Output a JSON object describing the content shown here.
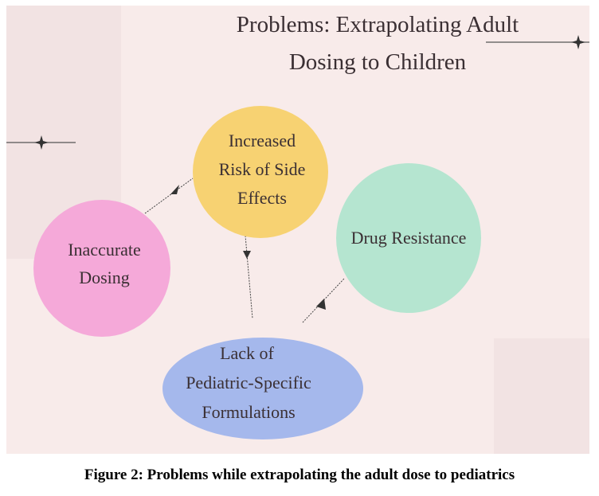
{
  "title": {
    "line1": "Problems:  Extrapolating Adult",
    "line2": "Dosing to Children"
  },
  "nodes": {
    "inaccurate": {
      "line1": "Inaccurate",
      "line2": "Dosing",
      "color": "#f5a9d9"
    },
    "side_effects": {
      "line1": "Increased",
      "line2": "Risk of Side",
      "line3": "Effects",
      "color": "#f7d272"
    },
    "resistance": {
      "line1": "Drug Resistance",
      "color": "#b5e5d0"
    },
    "formulations": {
      "line1": "Lack of",
      "line2": "Pediatric-Specific",
      "line3": "Formulations",
      "color": "#a5b8ec"
    }
  },
  "background": "#f8ebea",
  "caption": "Figure 2: Problems while extrapolating the adult dose to pediatrics"
}
